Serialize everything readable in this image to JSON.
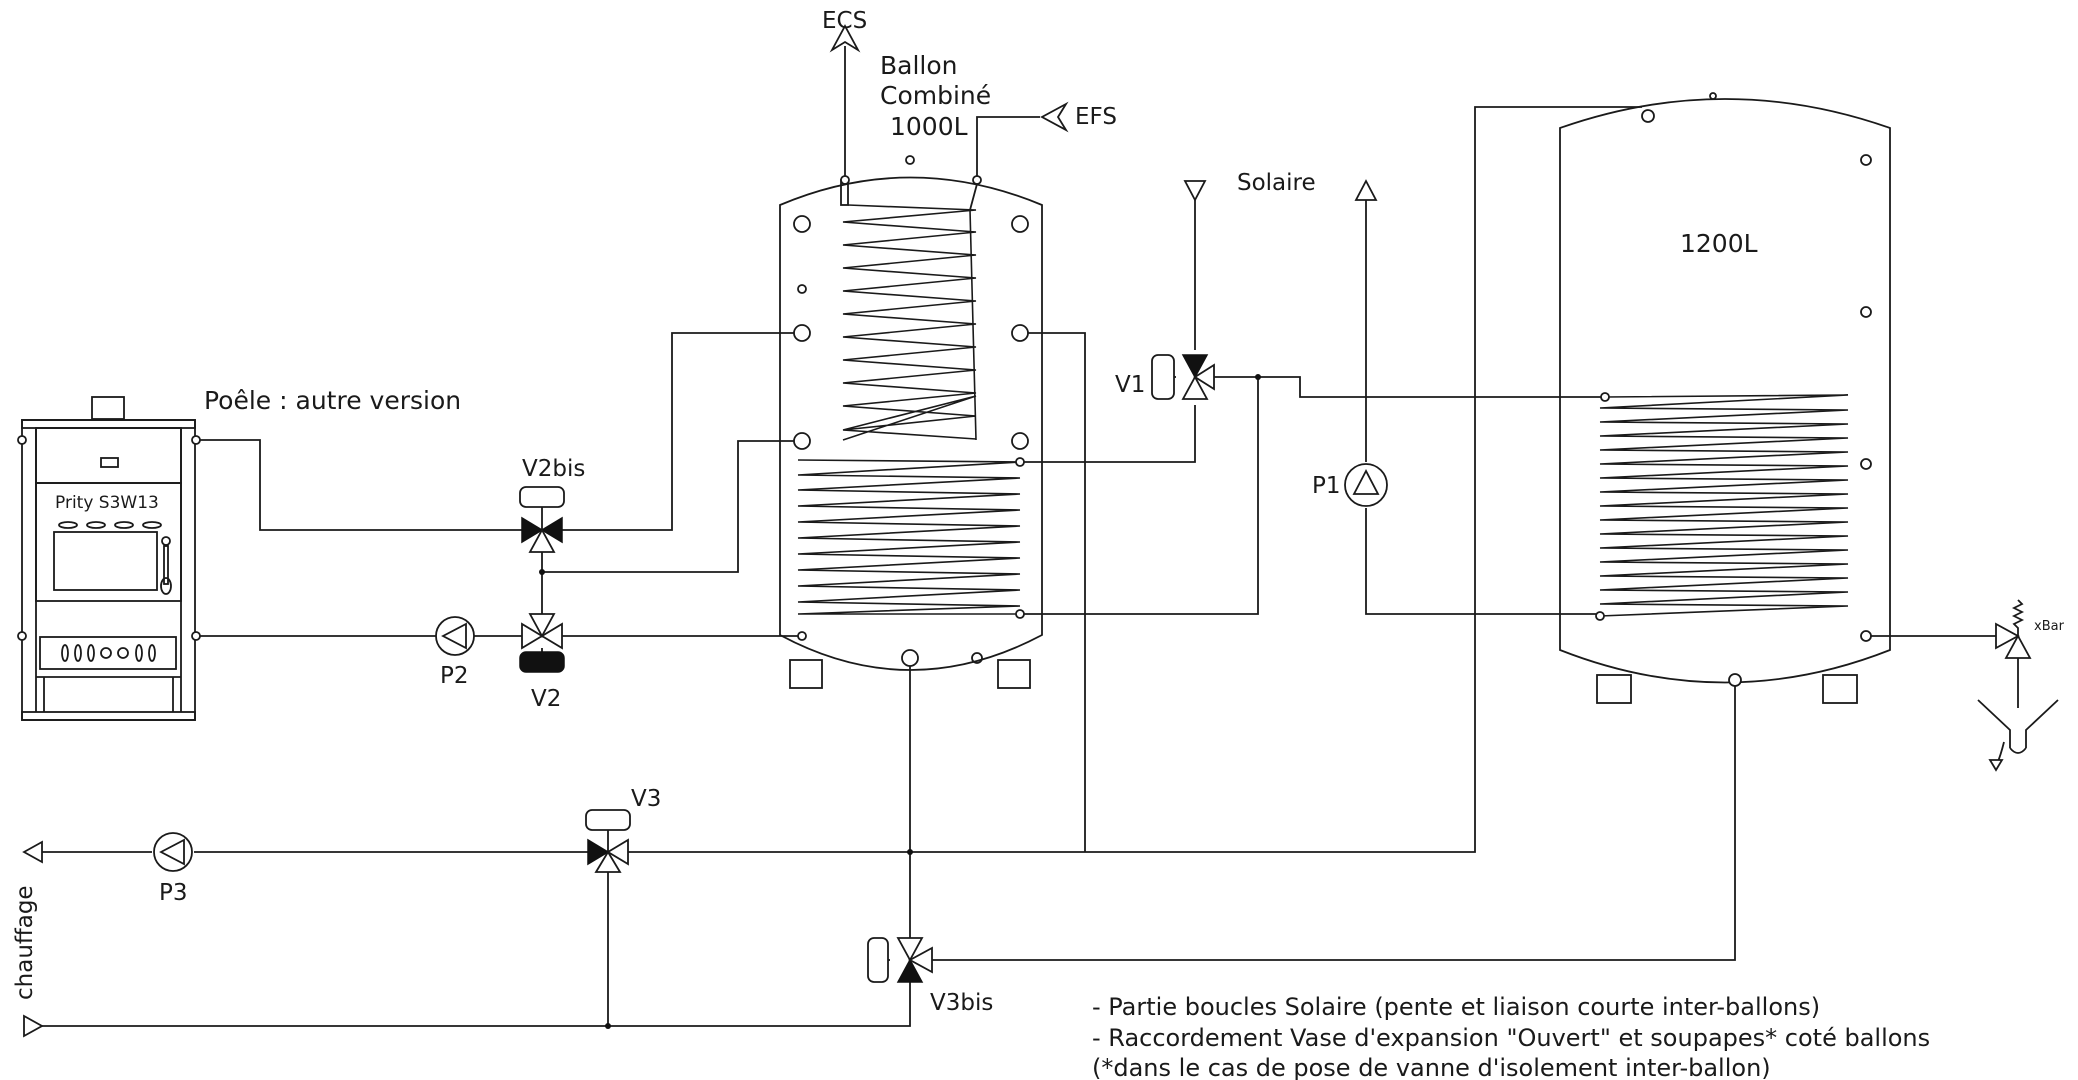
{
  "labels": {
    "stove_title": "Poêle : autre version",
    "stove_model": "Prity S3W13",
    "combined_tank_line1": "Ballon",
    "combined_tank_line2": "Combiné",
    "combined_tank_line3": "1000L",
    "ecs": "ECS",
    "efs": "EFS",
    "solar": "Solaire",
    "tank_1200": "1200L",
    "v1": "V1",
    "v2": "V2",
    "v2bis": "V2bis",
    "v3": "V3",
    "v3bis": "V3bis",
    "p1": "P1",
    "p2": "P2",
    "p3": "P3",
    "heating": "chauffage",
    "safety_valve": "xBar"
  },
  "notes": [
    "- Partie boucles Solaire (pente et liaison courte inter-ballons)",
    "- Raccordement Vase d'expansion \"Ouvert\" et soupapes* coté ballons",
    "(*dans le cas de pose de vanne d'isolement inter-ballon)"
  ]
}
